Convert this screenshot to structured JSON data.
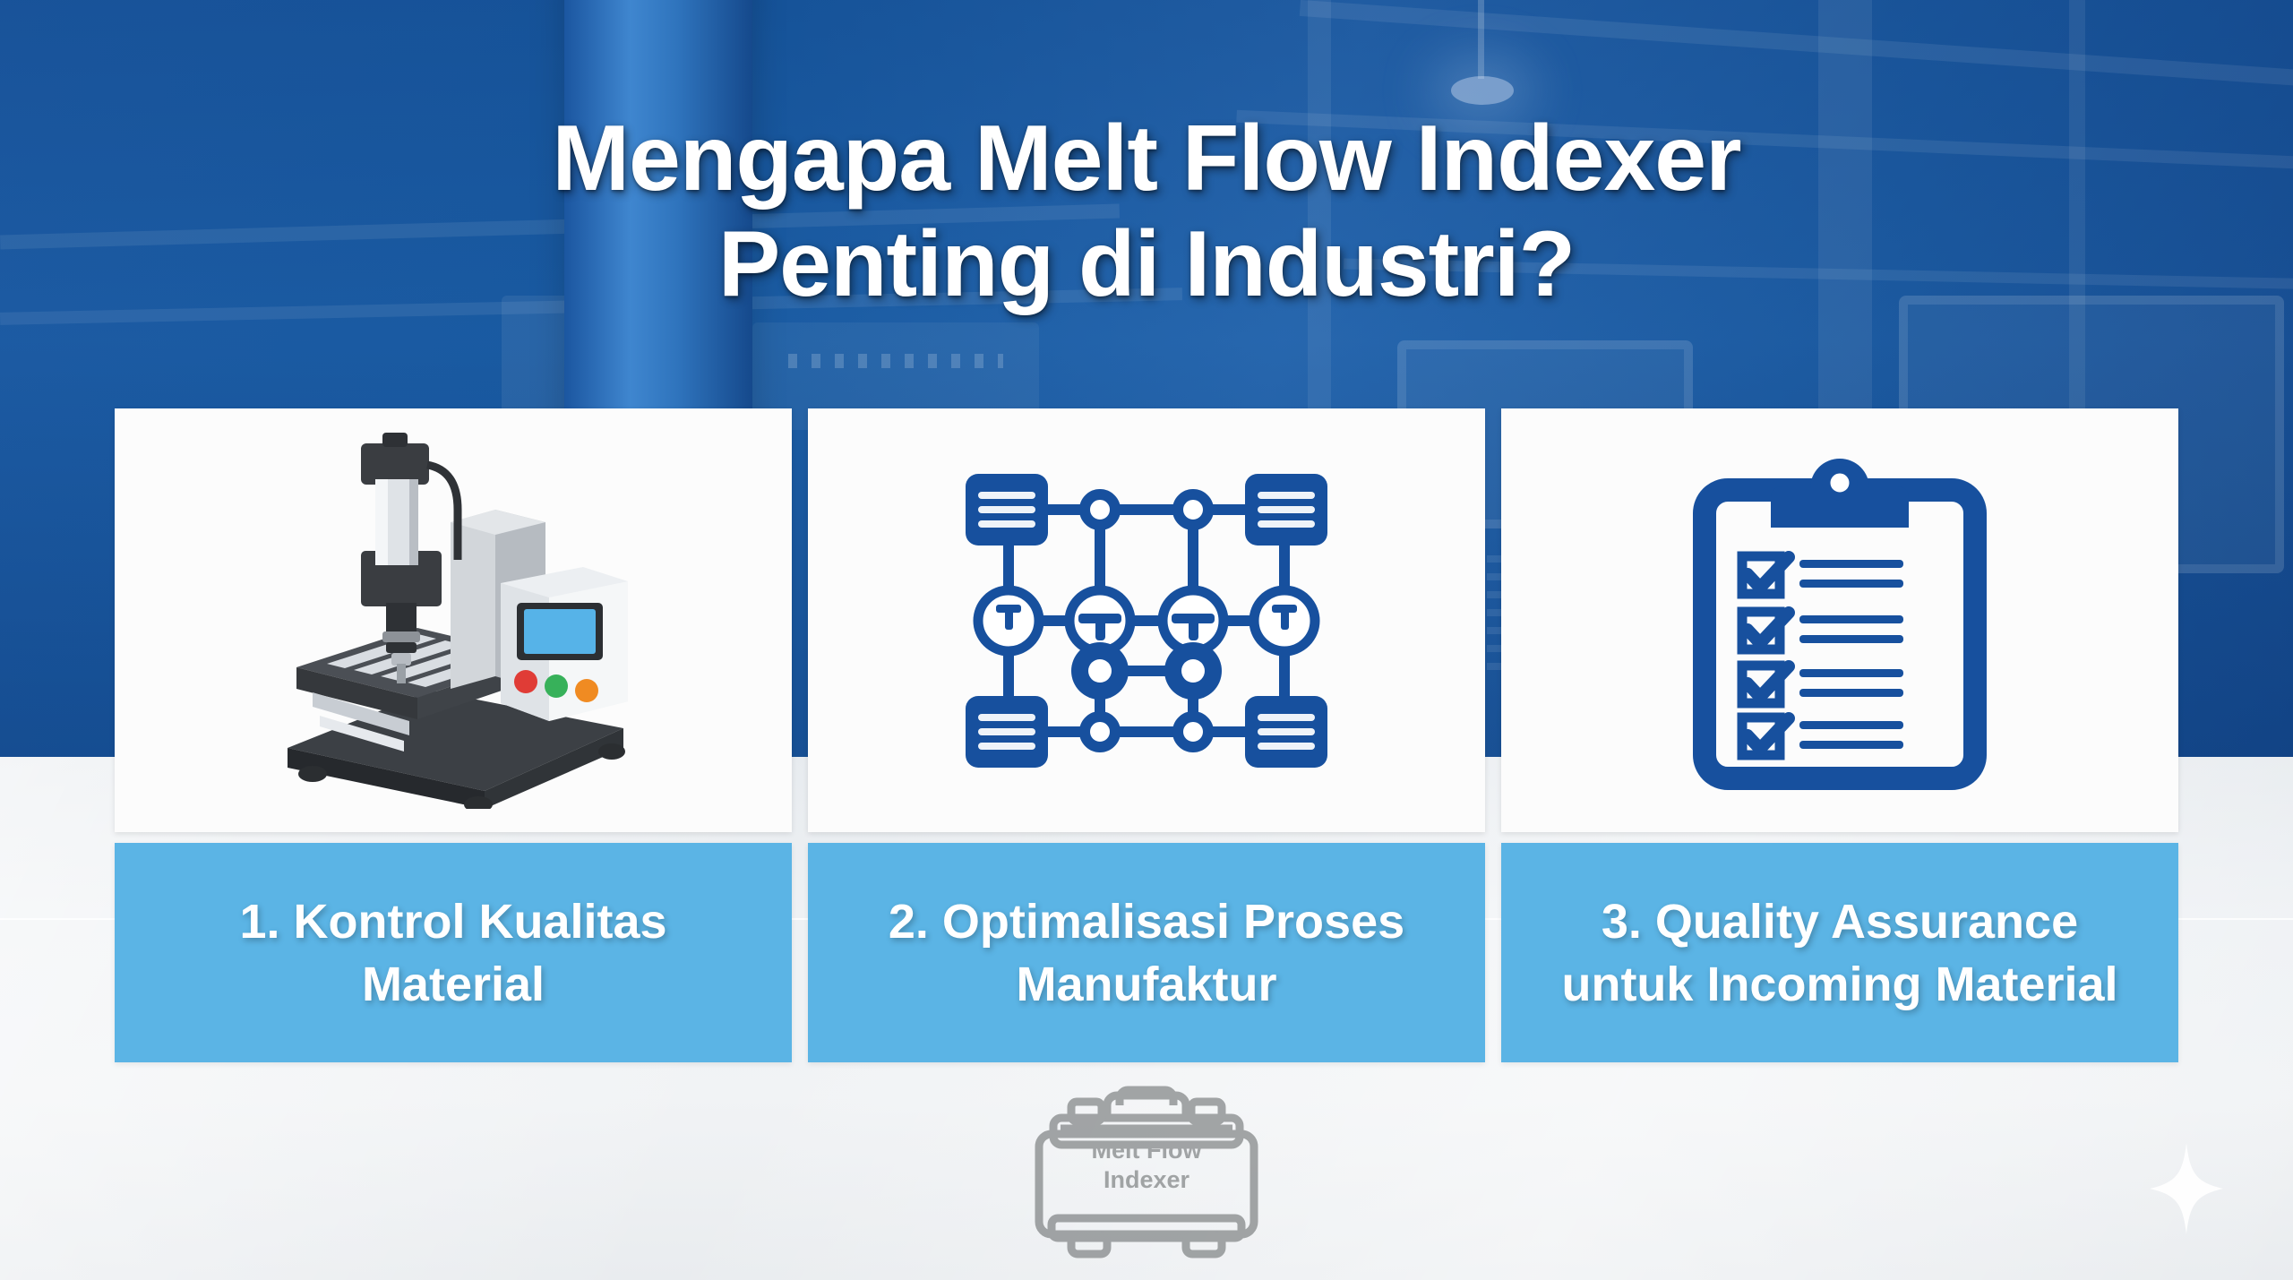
{
  "title": {
    "line1": "Mengapa Melt Flow Indexer",
    "line2": "Penting di Industri?"
  },
  "colors": {
    "header_blue": "#1f5fa8",
    "caption_blue": "#5bb4e5",
    "icon_blue": "#17509e",
    "card_white": "#fcfcfc",
    "floor_grey": "#eef1f4",
    "title_white": "#ffffff",
    "watermark_grey": "#6f7374"
  },
  "cards": [
    {
      "index": "1",
      "icon": "melt-flow-indexer-machine-icon",
      "caption": "1. Kontrol Kualitas Material",
      "caption_line1": "1. Kontrol Kualitas",
      "caption_line2": "Material"
    },
    {
      "index": "2",
      "icon": "process-network-grid-icon",
      "caption": "2. Optimalisasi Proses Manufaktur",
      "caption_line1": "2. Optimalisasi Proses",
      "caption_line2": "Manufaktur"
    },
    {
      "index": "3",
      "icon": "clipboard-checklist-icon",
      "caption": "3. Quality Assurance untuk Incoming Material",
      "caption_line1": "3. Quality Assurance",
      "caption_line2": "untuk Incoming Material"
    }
  ],
  "watermark": {
    "icon": "melt-flow-indexer-case-logo-icon",
    "line1": "Melt Flow",
    "line2": "Indexer"
  },
  "decoration": {
    "sparkle": "sparkle-icon"
  }
}
